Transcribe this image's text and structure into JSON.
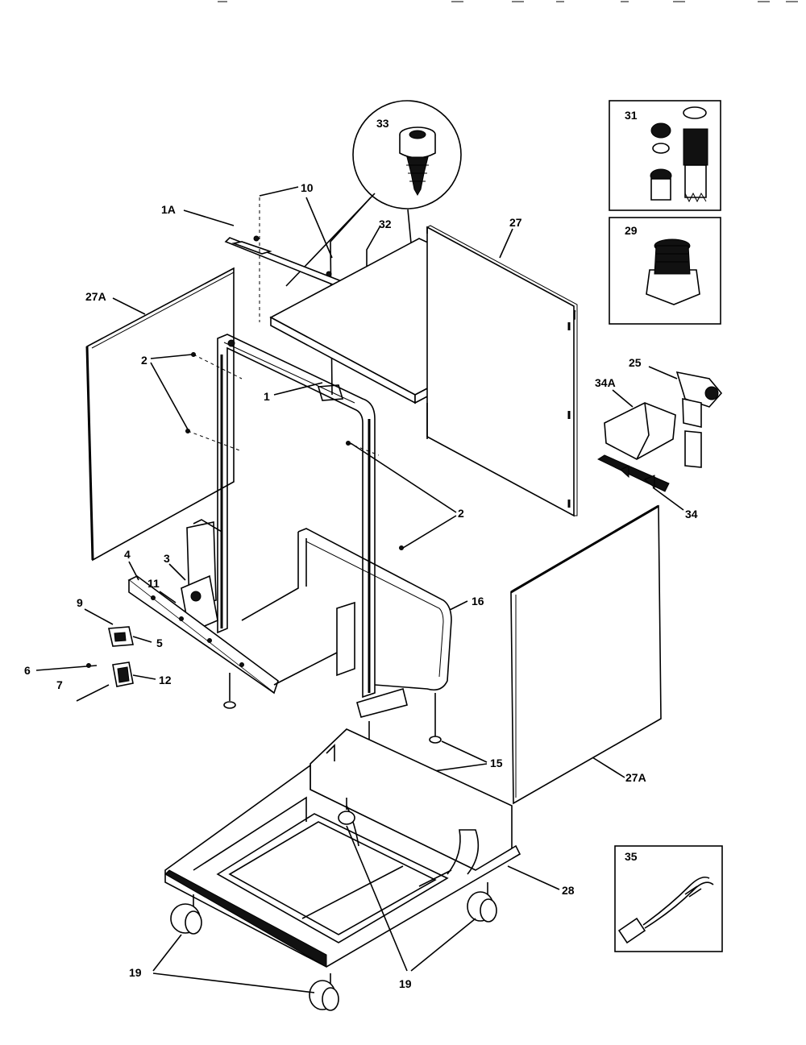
{
  "diagram": {
    "labels": {
      "l1A": "1A",
      "l10": "10",
      "l33": "33",
      "l32": "32",
      "l27": "27",
      "l27A_left": "27A",
      "l2_top": "2",
      "l1": "1",
      "l2_right": "2",
      "l3": "3",
      "l4": "4",
      "l11": "11",
      "l9": "9",
      "l5": "5",
      "l6": "6",
      "l12": "12",
      "l7": "7",
      "l16": "16",
      "l15": "15",
      "l27A_right": "27A",
      "l28": "28",
      "l19_left": "19",
      "l19_center": "19",
      "l31": "31",
      "l29": "29",
      "l25": "25",
      "l34A": "34A",
      "l34": "34",
      "l35": "35"
    }
  }
}
